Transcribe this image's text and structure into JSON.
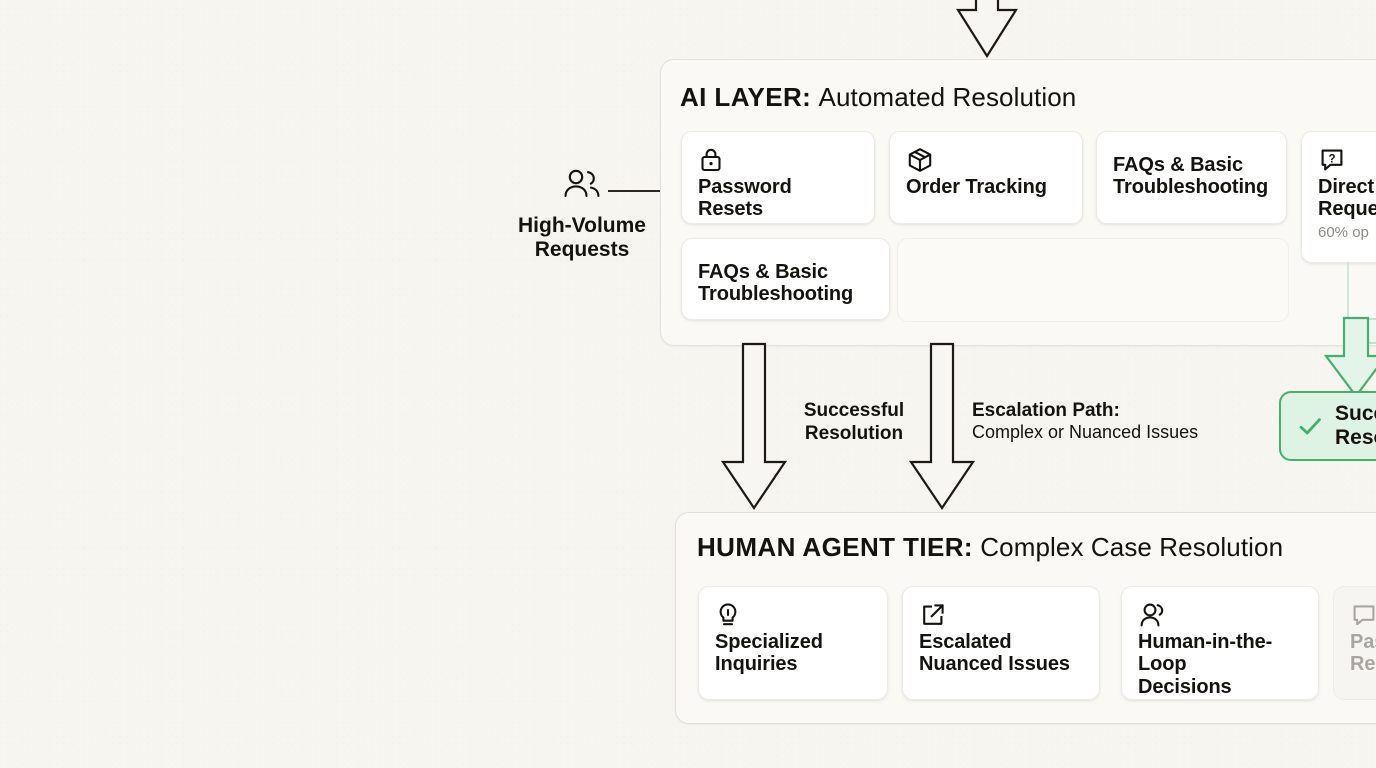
{
  "canvas": {
    "background_color": "#f6f5f0",
    "accent_green": "#45b06e",
    "ink": "#15130f"
  },
  "source_node": {
    "icon": "users-icon",
    "label": "High-Volume\nRequests",
    "label_line1": "High-Volume",
    "label_line2": "Requests"
  },
  "ai_layer": {
    "title_kicker": "AI LAYER:",
    "title_rest": "Automated Resolution",
    "cards": [
      {
        "icon": "lock-icon",
        "label_line1": "Password Resets",
        "label_line2": "",
        "subtitle": "",
        "dim": false
      },
      {
        "icon": "package-icon",
        "label_line1": "Order Tracking",
        "label_line2": "",
        "subtitle": "",
        "dim": false
      },
      {
        "icon": "none",
        "label_line1": "FAQs & Basic",
        "label_line2": "Troubleshooting",
        "subtitle": "",
        "dim": false
      },
      {
        "icon": "question-bubble-icon",
        "label_line1": "Direct",
        "label_line2": "Reque",
        "subtitle": "60% op",
        "dim": false
      },
      {
        "icon": "none",
        "label_line1": "FAQs & Basic",
        "label_line2": "Troubleshooting",
        "subtitle": "",
        "dim": false
      }
    ]
  },
  "human_tier": {
    "title_kicker": "HUMAN AGENT TIER:",
    "title_rest": "Complex Case Resolution",
    "cards": [
      {
        "icon": "lightbulb-icon",
        "label_line1": "Specialized",
        "label_line2": "Inquiries",
        "dim": false
      },
      {
        "icon": "external-link-icon",
        "label_line1": "Escalated",
        "label_line2": "Nuanced Issues",
        "dim": false
      },
      {
        "icon": "user-person-icon",
        "label_line1": "Human-in-the-Loop",
        "label_line2": "Decisions",
        "dim": false
      },
      {
        "icon": "chat-bubble-icon",
        "label_line1": "Pas",
        "label_line2": "Res",
        "dim": true
      }
    ]
  },
  "edges": [
    {
      "name": "successful-resolution",
      "line1": "Successful",
      "line2": "Resolution"
    },
    {
      "name": "escalation-path",
      "line1": "Escalation Path:",
      "line2": "Complex or Nuanced Issues"
    }
  ],
  "success_badge": {
    "icon": "check-icon",
    "label_line1": "Succe",
    "label_line2": "Resolu"
  }
}
